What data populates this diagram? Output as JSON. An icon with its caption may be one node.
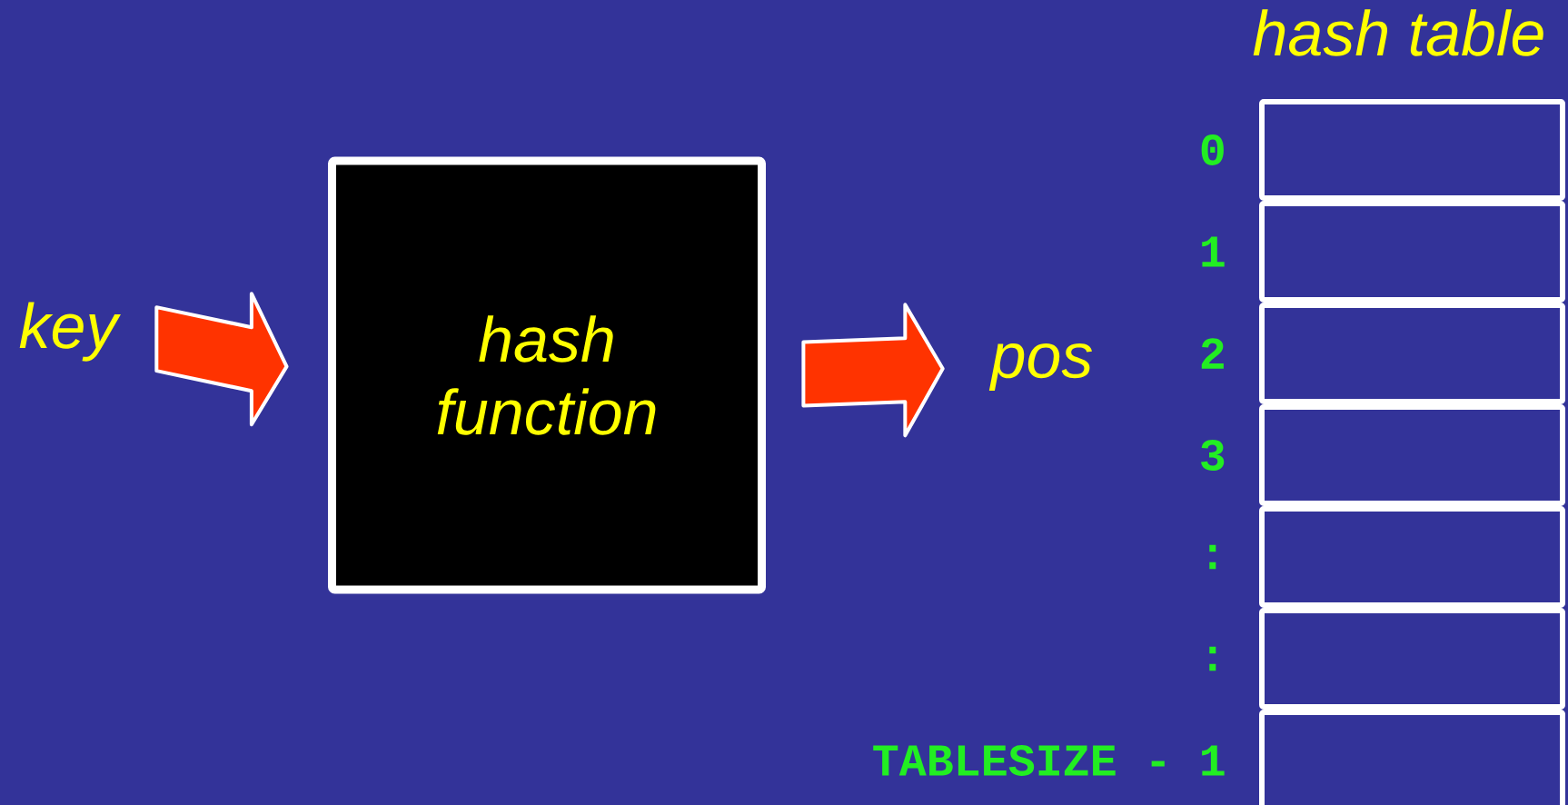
{
  "diagram": {
    "title": "hash table",
    "nodes": [
      {
        "text": [
          "key"
        ]
      },
      {
        "text": [
          "hash function"
        ]
      },
      {
        "text": [
          "pos"
        ]
      },
      {
        "text": [],
        "shape": "box",
        "beside": [
          "0"
        ]
      },
      {
        "text": [],
        "shape": "box",
        "beside": [
          "1"
        ]
      },
      {
        "text": [],
        "shape": "box",
        "beside": [
          "2"
        ]
      },
      {
        "text": [],
        "shape": "box",
        "beside": [
          "3"
        ]
      },
      {
        "text": [],
        "shape": "box",
        "beside": [
          ":"
        ]
      },
      {
        "text": [],
        "shape": "box",
        "beside": [
          ":"
        ]
      },
      {
        "text": [],
        "shape": "box",
        "beside": [
          "TABLESIZE - 1"
        ]
      }
    ],
    "edges": [
      {
        "from": 0,
        "to": 1,
        "arrow": "to"
      },
      {
        "from": 1,
        "to": 2,
        "arrow": "to"
      }
    ]
  }
}
